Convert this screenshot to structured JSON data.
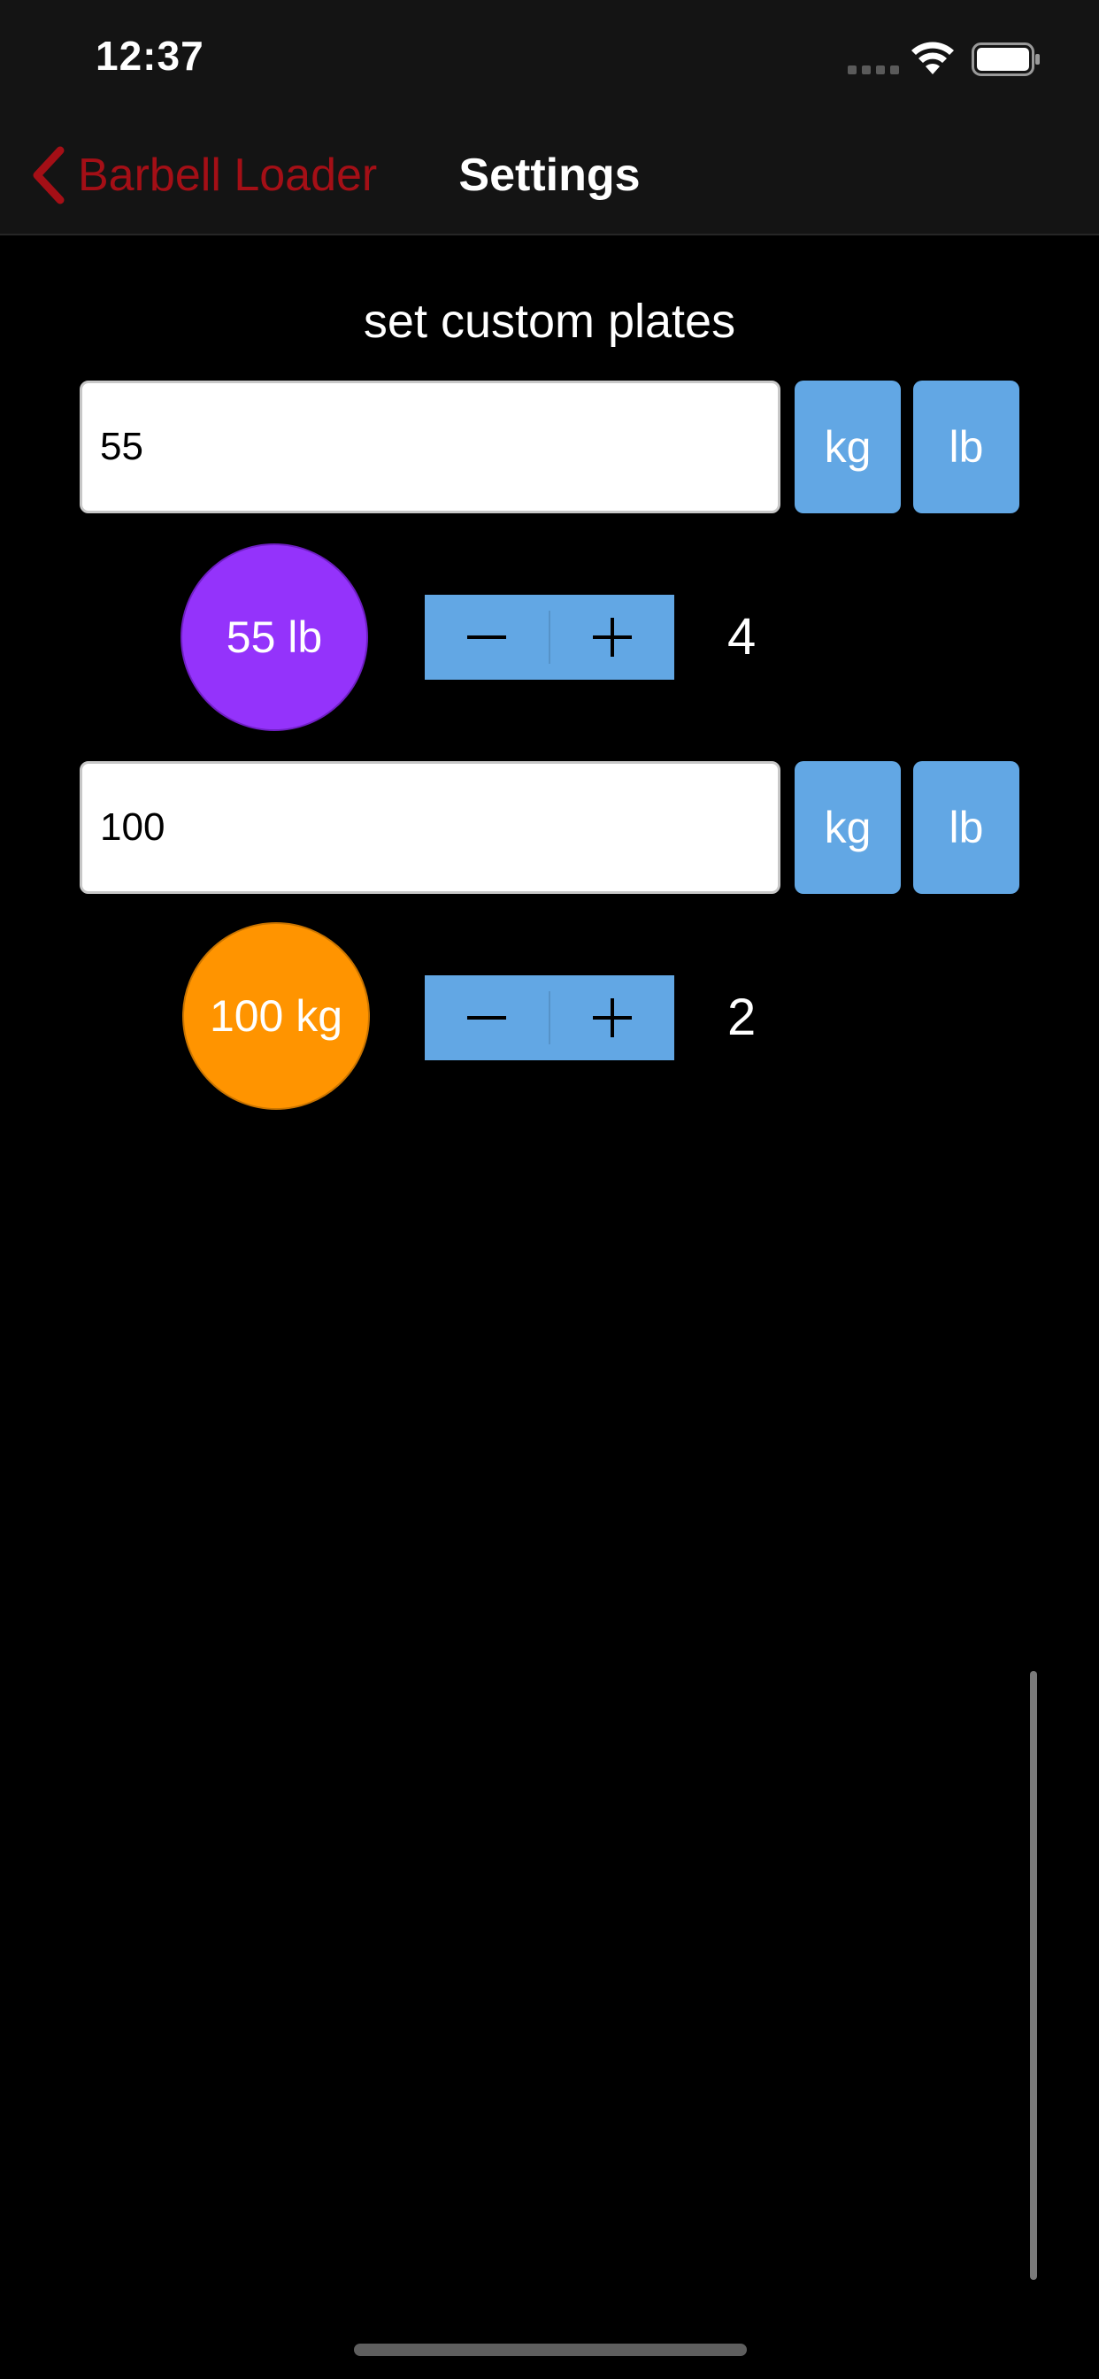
{
  "status_bar": {
    "time": "12:37",
    "icons": [
      "cellular-signal-icon",
      "wifi-icon",
      "battery-icon"
    ]
  },
  "nav": {
    "back_label": "Barbell Loader",
    "title": "Settings",
    "back_icon": "chevron-left-icon",
    "back_color": "#a40f16"
  },
  "section_title": "set custom plates",
  "plates": [
    {
      "input_value": "55",
      "kg_label": "kg",
      "lb_label": "lb",
      "plate_label": "55 lb",
      "plate_color": "#9433fb",
      "count": "4"
    },
    {
      "input_value": "100",
      "kg_label": "kg",
      "lb_label": "lb",
      "plate_label": "100 kg",
      "plate_color": "#ff9400",
      "count": "2"
    }
  ],
  "colors": {
    "background": "#000000",
    "bar_background": "#141414",
    "button_blue": "#62a7e4"
  }
}
